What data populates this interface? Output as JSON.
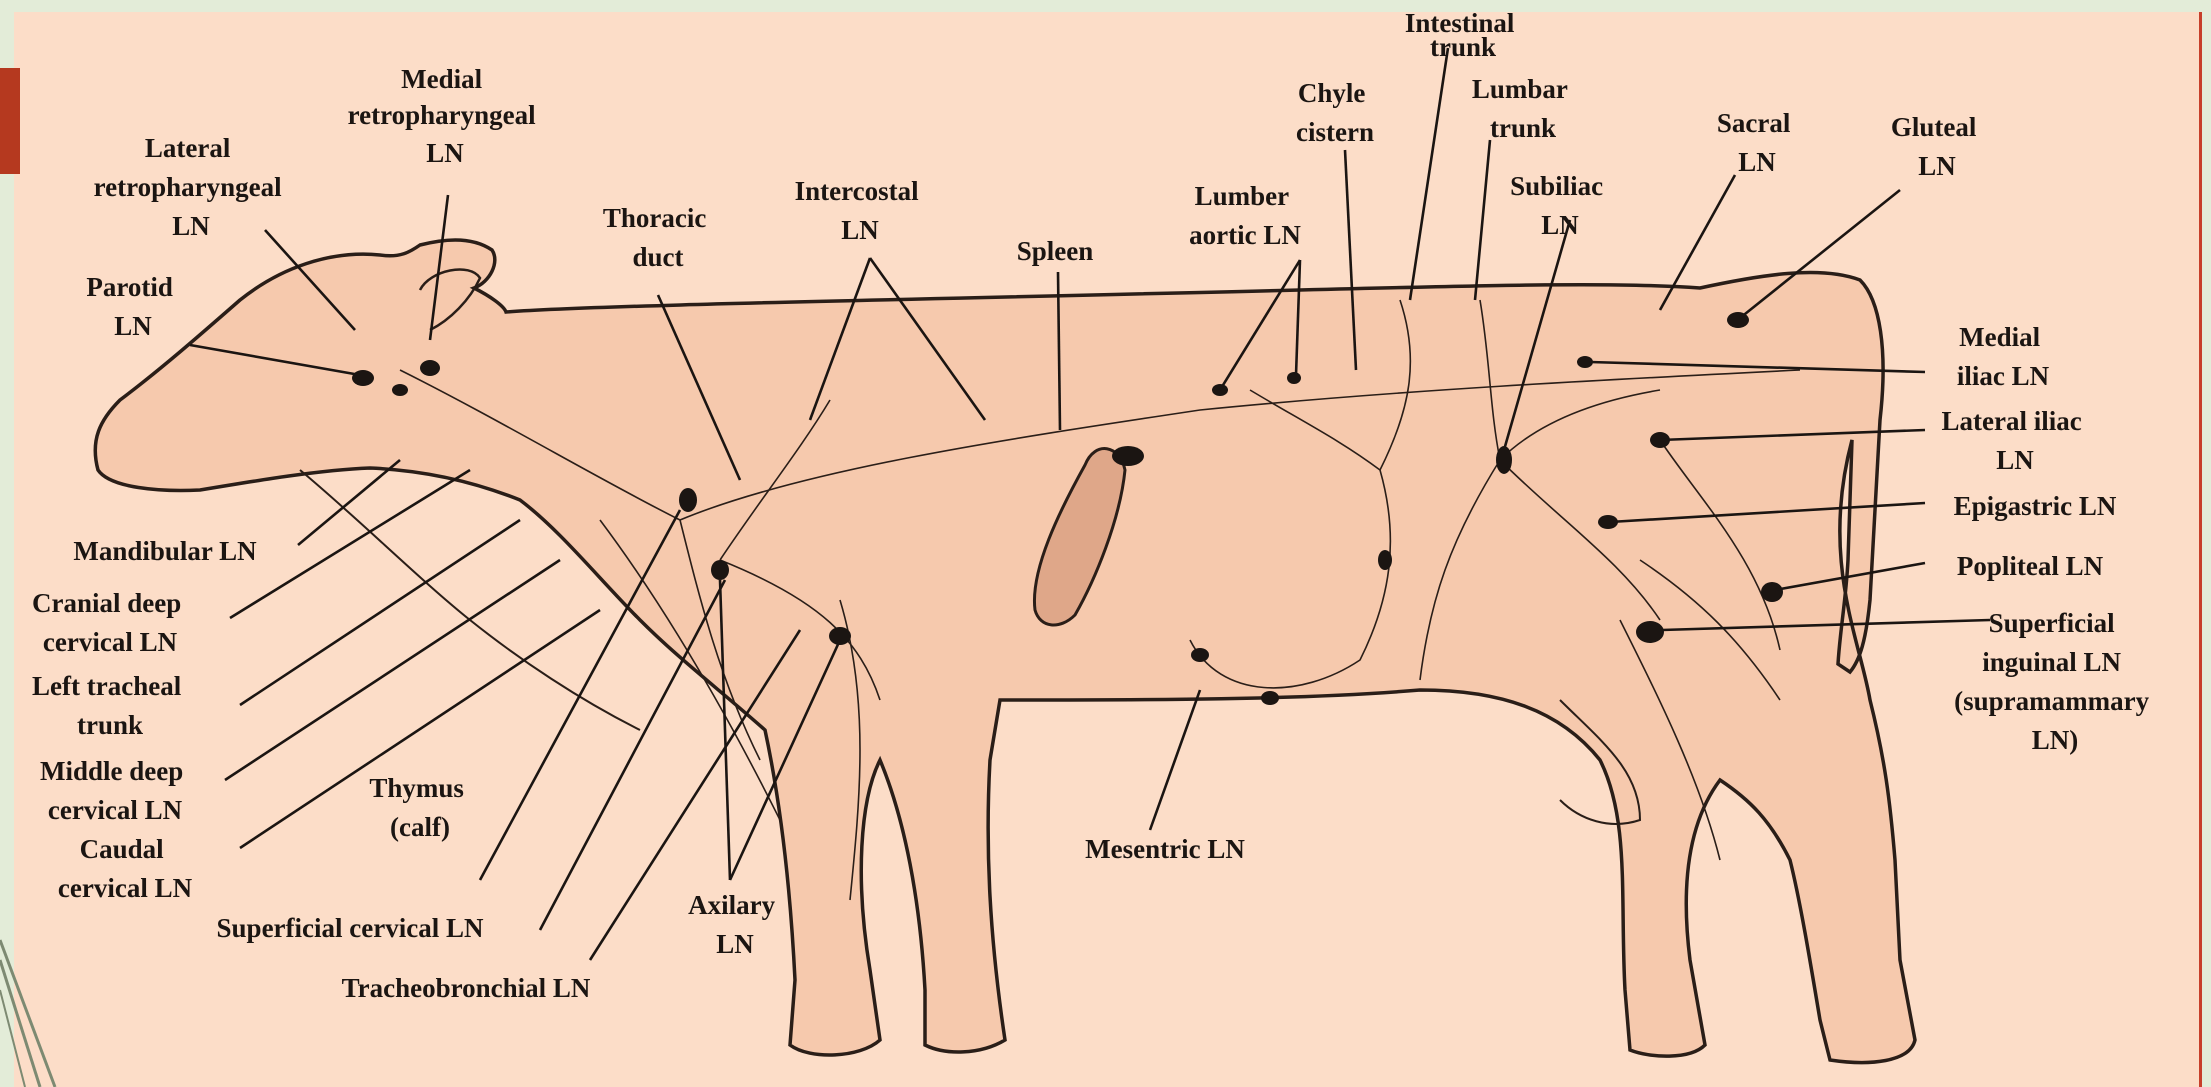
{
  "labels": {
    "intestinal_trunk": [
      "Intestinal",
      "trunk"
    ],
    "medial_retropharyngeal": [
      "Medial",
      "retropharyngeal",
      "LN"
    ],
    "lateral_retropharyngeal": [
      "Lateral",
      "retropharyngeal",
      "LN"
    ],
    "parotid": [
      "Parotid",
      "LN"
    ],
    "thoracic_duct": [
      "Thoracic",
      "duct"
    ],
    "intercostal": [
      "Intercostal",
      "LN"
    ],
    "spleen": [
      "Spleen"
    ],
    "lumber_aortic": [
      "Lumber",
      "aortic LN"
    ],
    "chyle_cistern": [
      "Chyle",
      "cistern"
    ],
    "lumbar_trunk": [
      "Lumbar",
      "trunk"
    ],
    "subiliac": [
      "Subiliac",
      "LN"
    ],
    "sacral": [
      "Sacral",
      "LN"
    ],
    "gluteal": [
      "Gluteal",
      "LN"
    ],
    "medial_iliac": [
      "Medial",
      "iliac LN"
    ],
    "lateral_iliac": [
      "Lateral iliac",
      "LN"
    ],
    "epigastric": [
      "Epigastric LN"
    ],
    "popliteal": [
      "Popliteal LN"
    ],
    "superficial_inguinal": [
      "Superficial",
      "inguinal LN",
      "(supramammary",
      "LN)"
    ],
    "mandibular": [
      "Mandibular LN"
    ],
    "cranial_deep_cervical": [
      "Cranial deep",
      "cervical LN"
    ],
    "left_tracheal_trunk": [
      "Left tracheal",
      "trunk"
    ],
    "middle_deep_cervical": [
      "Middle deep",
      "cervical LN"
    ],
    "caudal_cervical": [
      "Caudal",
      "cervical LN"
    ],
    "thymus": [
      "Thymus",
      "(calf)"
    ],
    "superficial_cervical": [
      "Superficial cervical LN"
    ],
    "tracheobronchial": [
      "Tracheobronchial LN"
    ],
    "axillary": [
      "Axilary",
      "LN"
    ],
    "mesentric": [
      "Mesentric LN"
    ]
  },
  "colors": {
    "slide_background": "#e3ecd8",
    "panel_background": "#fcddc8",
    "cow_fill": "#f6c9ad",
    "spleen_fill": "#dfa789",
    "accent": "#b5391f",
    "ink": "#1b1512"
  }
}
